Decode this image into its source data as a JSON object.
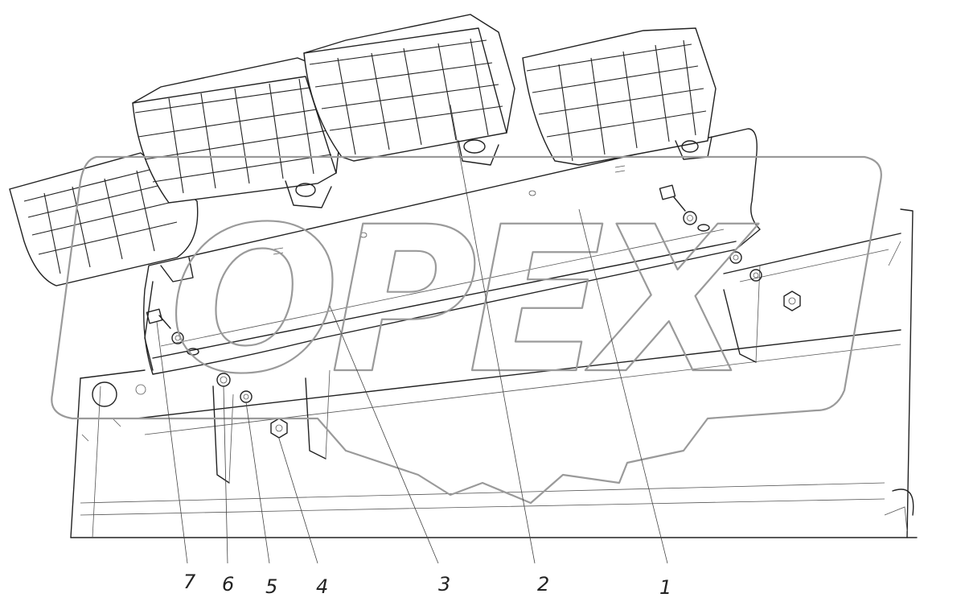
{
  "watermark": {
    "text": "OPEX"
  },
  "callouts": [
    {
      "label": "1"
    },
    {
      "label": "2"
    },
    {
      "label": "3"
    },
    {
      "label": "4"
    },
    {
      "label": "5"
    },
    {
      "label": "6"
    },
    {
      "label": "7"
    }
  ]
}
